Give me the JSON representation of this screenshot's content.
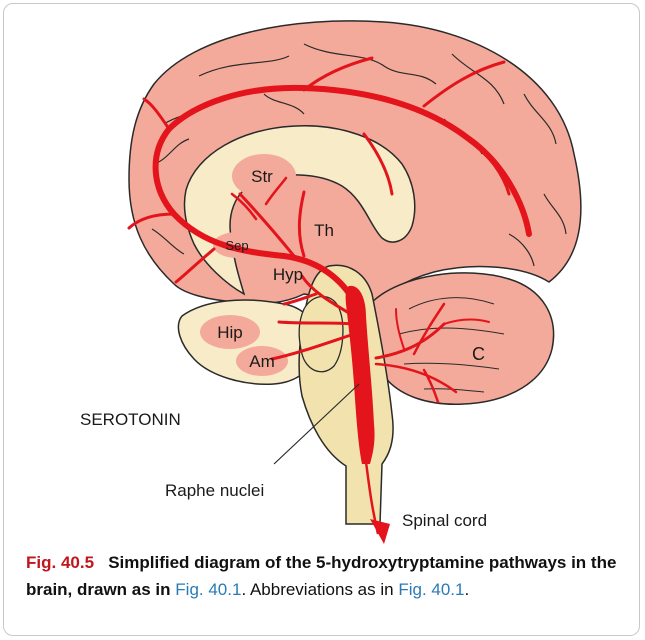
{
  "diagram": {
    "title": "SEROTONIN",
    "regions": {
      "striatum": "Str",
      "thalamus": "Th",
      "septum": "Sep",
      "hypothalamus": "Hyp",
      "hippocampus": "Hip",
      "amygdala": "Am",
      "cerebellum": "C"
    },
    "callouts": {
      "raphe": "Raphe nuclei",
      "spinal": "Spinal cord"
    },
    "colors": {
      "cortex": "#f4aa9a",
      "pathway": "#e3141c",
      "limbic": "#f7ebc8",
      "brainstem": "#f2e3ae",
      "outline": "#2a2a2a"
    }
  },
  "caption": {
    "fig_num": "Fig. 40.5",
    "title": "Simplified diagram of the 5-hydroxytryptamine pathways in the brain, drawn as in",
    "ref1": "Fig. 40.1",
    "mid": ". Abbreviations as in",
    "ref2": "Fig. 40.1",
    "end": "."
  }
}
